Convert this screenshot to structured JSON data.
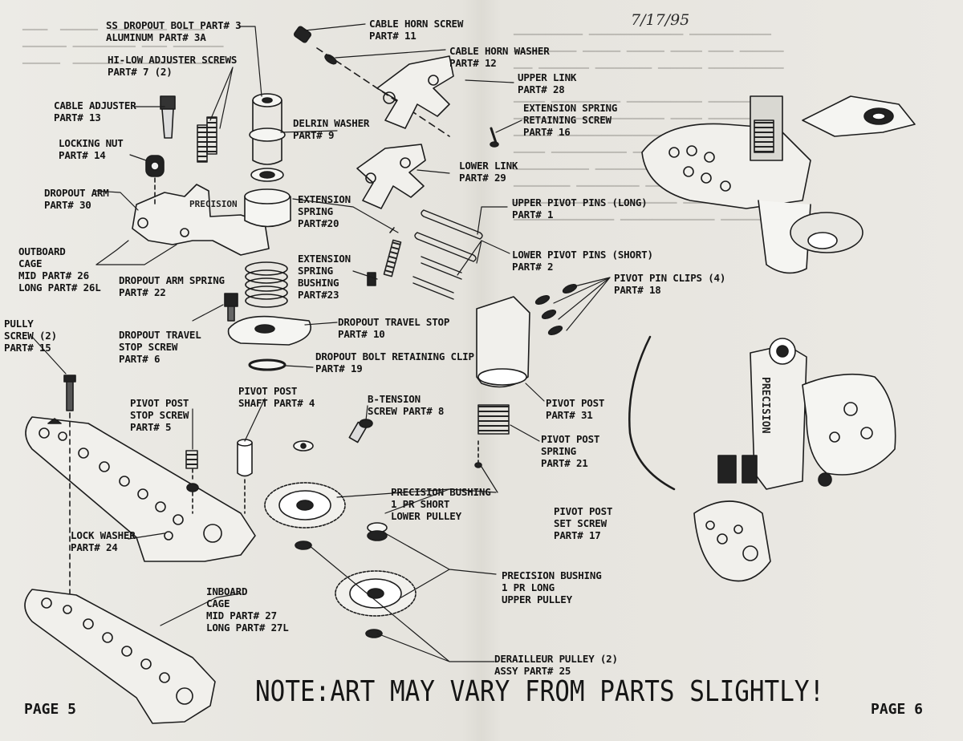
{
  "date_note": "7/17/95",
  "note": "NOTE:ART MAY VARY FROM PARTS SLIGHTLY!",
  "page_left": "PAGE 5",
  "page_right": "PAGE 6",
  "brand_mark": "PRECISION",
  "callouts": [
    {
      "id": "ss-dropout-bolt",
      "lines": [
        "SS DROPOUT BOLT PART# 3",
        "ALUMINUM PART# 3A"
      ]
    },
    {
      "id": "hi-low-adjuster",
      "lines": [
        "HI-LOW ADJUSTER SCREWS",
        "PART# 7 (2)"
      ]
    },
    {
      "id": "cable-adjuster",
      "lines": [
        "CABLE ADJUSTER",
        "PART# 13"
      ]
    },
    {
      "id": "locking-nut",
      "lines": [
        "LOCKING NUT",
        "PART# 14"
      ]
    },
    {
      "id": "dropout-arm",
      "lines": [
        "DROPOUT ARM",
        "PART# 30"
      ]
    },
    {
      "id": "outboard-cage",
      "lines": [
        "OUTBOARD",
        "CAGE",
        "MID PART# 26",
        "LONG PART# 26L"
      ]
    },
    {
      "id": "pully-screw",
      "lines": [
        "PULLY",
        "SCREW (2)",
        "PART# 15"
      ]
    },
    {
      "id": "dropout-arm-spring",
      "lines": [
        "DROPOUT ARM SPRING",
        "PART# 22"
      ]
    },
    {
      "id": "dropout-travel-stop-screw",
      "lines": [
        "DROPOUT TRAVEL",
        "STOP SCREW",
        "PART# 6"
      ]
    },
    {
      "id": "pivot-post-stop-screw",
      "lines": [
        "PIVOT POST",
        "STOP SCREW",
        "PART# 5"
      ]
    },
    {
      "id": "pivot-post-shaft",
      "lines": [
        "PIVOT POST",
        "SHAFT PART# 4"
      ]
    },
    {
      "id": "lock-washer",
      "lines": [
        "LOCK WASHER",
        "PART# 24"
      ]
    },
    {
      "id": "inboard-cage",
      "lines": [
        "INBOARD",
        "CAGE",
        "MID PART# 27",
        "LONG PART# 27L"
      ]
    },
    {
      "id": "cable-horn-screw",
      "lines": [
        "CABLE HORN SCREW",
        "PART# 11"
      ]
    },
    {
      "id": "cable-horn-washer",
      "lines": [
        "CABLE HORN WASHER",
        "PART# 12"
      ]
    },
    {
      "id": "upper-link",
      "lines": [
        "UPPER LINK",
        "PART# 28"
      ]
    },
    {
      "id": "extension-spring-retaining-screw",
      "lines": [
        "EXTENSION SPRING",
        "RETAINING SCREW",
        "PART# 16"
      ]
    },
    {
      "id": "delrin-washer",
      "lines": [
        "DELRIN WASHER",
        "PART# 9"
      ]
    },
    {
      "id": "lower-link",
      "lines": [
        "LOWER LINK",
        "PART# 29"
      ]
    },
    {
      "id": "extension-spring",
      "lines": [
        "EXTENSION",
        "SPRING",
        "PART#20"
      ]
    },
    {
      "id": "upper-pivot-pins",
      "lines": [
        "UPPER PIVOT PINS (LONG)",
        "PART# 1"
      ]
    },
    {
      "id": "lower-pivot-pins",
      "lines": [
        "LOWER PIVOT PINS (SHORT)",
        "PART# 2"
      ]
    },
    {
      "id": "extension-spring-bushing",
      "lines": [
        "EXTENSION",
        "SPRING",
        "BUSHING",
        "PART#23"
      ]
    },
    {
      "id": "pivot-pin-clips",
      "lines": [
        "PIVOT PIN CLIPS (4)",
        "PART# 18"
      ]
    },
    {
      "id": "dropout-travel-stop",
      "lines": [
        "DROPOUT TRAVEL STOP",
        "PART# 10"
      ]
    },
    {
      "id": "dropout-bolt-retaining-clip",
      "lines": [
        "DROPOUT BOLT RETAINING CLIP",
        "PART# 19"
      ]
    },
    {
      "id": "b-tension-screw",
      "lines": [
        "B-TENSION",
        "SCREW PART# 8"
      ]
    },
    {
      "id": "pivot-post",
      "lines": [
        "PIVOT POST",
        "PART# 31"
      ]
    },
    {
      "id": "pivot-post-spring",
      "lines": [
        "PIVOT POST",
        "SPRING",
        "PART# 21"
      ]
    },
    {
      "id": "precision-bushing-lower",
      "lines": [
        "PRECISION BUSHING",
        "1 PR SHORT",
        "LOWER PULLEY"
      ]
    },
    {
      "id": "pivot-post-set-screw",
      "lines": [
        "PIVOT POST",
        "SET SCREW",
        "PART# 17"
      ]
    },
    {
      "id": "precision-bushing-upper",
      "lines": [
        "PRECISION BUSHING",
        "1 PR LONG",
        "UPPER PULLEY"
      ]
    },
    {
      "id": "derailleur-pulley",
      "lines": [
        "DERAILLEUR PULLEY (2)",
        "ASSY PART# 25"
      ]
    }
  ]
}
